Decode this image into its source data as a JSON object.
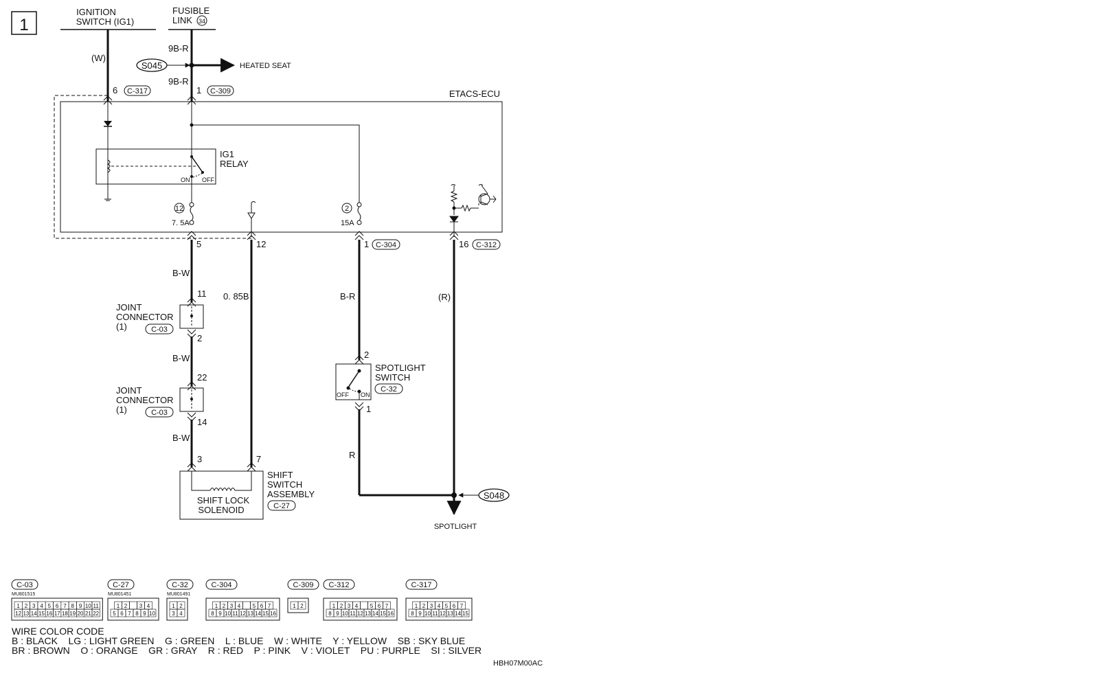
{
  "page_number": "1",
  "sources": {
    "ignition": [
      "IGNITION",
      "SWITCH (IG1)"
    ],
    "fusible": [
      "FUSIBLE",
      "LINK"
    ],
    "fusible_num": "34"
  },
  "ecu_label": "ETACS-ECU",
  "splices": {
    "s045": "S045",
    "s048": "S048"
  },
  "destinations": {
    "heated_seat": "HEATED SEAT",
    "spotlight": "SPOTLIGHT"
  },
  "wires": {
    "w": "(W)",
    "r_paren": "(R)",
    "9br_top": "9B-R",
    "9br_bot": "9B-R",
    "bw_1": "B-W",
    "bw_2": "B-W",
    "bw_3": "B-W",
    "b085": "0. 85B",
    "br": "B-R",
    "r": "R"
  },
  "pins": {
    "p6": "6",
    "p1_top": "1",
    "p5": "5",
    "p12": "12",
    "p1_mid": "1",
    "p16": "16",
    "p11": "11",
    "p2_jc": "2",
    "p22": "22",
    "p14": "14",
    "p3": "3",
    "p7": "7",
    "p2_sw": "2",
    "p1_sw": "1"
  },
  "connectors": {
    "c317": "C-317",
    "c309": "C-309",
    "c304": "C-304",
    "c312": "C-312",
    "c03a": "C-03",
    "c03b": "C-03",
    "c32": "C-32",
    "c27": "C-27"
  },
  "relay": {
    "name": [
      "IG1",
      "RELAY"
    ],
    "on": "ON",
    "off": "OFF"
  },
  "fuses": {
    "f12_num": "12",
    "f12_amp": "7. 5A",
    "f2_num": "2",
    "f2_amp": "15A"
  },
  "components": {
    "joint1": [
      "JOINT",
      "CONNECTOR",
      "(1)"
    ],
    "joint2": [
      "JOINT",
      "CONNECTOR",
      "(1)"
    ],
    "spotlight_switch": [
      "SPOTLIGHT",
      "SWITCH"
    ],
    "sw_off": "OFF",
    "sw_on": "ON",
    "shift_lock": [
      "SHIFT LOCK",
      "SOLENOID"
    ],
    "shift_assy": [
      "SHIFT",
      "SWITCH",
      "ASSEMBLY"
    ]
  },
  "legend_connectors": [
    {
      "label": "C-03",
      "part": "MU801515",
      "pins": [
        [
          "1",
          "2",
          "3",
          "4",
          "5",
          "6",
          "7",
          "8",
          "9",
          "10",
          "11"
        ],
        [
          "12",
          "13",
          "14",
          "15",
          "16",
          "17",
          "18",
          "19",
          "20",
          "21",
          "22"
        ]
      ]
    },
    {
      "label": "C-27",
      "part": "MU801451",
      "pins": [
        [
          "1",
          "2",
          "",
          "3",
          "4"
        ],
        [
          "5",
          "6",
          "7",
          "8",
          "9",
          "10"
        ]
      ]
    },
    {
      "label": "C-32",
      "part": "MU801491",
      "pins": [
        [
          "1",
          "2"
        ],
        [
          "3",
          "4"
        ]
      ]
    },
    {
      "label": "C-304",
      "part": "",
      "pins": [
        [
          "1",
          "2",
          "3",
          "4",
          "",
          "5",
          "6",
          "7"
        ],
        [
          "8",
          "9",
          "10",
          "11",
          "12",
          "13",
          "14",
          "15",
          "16"
        ]
      ]
    },
    {
      "label": "C-309",
      "part": "",
      "pins": [
        [
          "1",
          "2"
        ]
      ]
    },
    {
      "label": "C-312",
      "part": "",
      "pins": [
        [
          "1",
          "2",
          "3",
          "4",
          "",
          "5",
          "6",
          "7"
        ],
        [
          "8",
          "9",
          "10",
          "11",
          "12",
          "13",
          "14",
          "15",
          "16"
        ]
      ]
    },
    {
      "label": "C-317",
      "part": "",
      "pins": [
        [
          "1",
          "2",
          "3",
          "4",
          "5",
          "6",
          "7"
        ],
        [
          "8",
          "9",
          "10",
          "11",
          "12",
          "13",
          "14",
          "15"
        ]
      ]
    }
  ],
  "wire_color_code": {
    "title": "WIRE COLOR CODE",
    "row1": "B : BLACK    LG : LIGHT GREEN    G : GREEN    L : BLUE    W : WHITE    Y : YELLOW    SB : SKY BLUE",
    "row2": "BR : BROWN    O : ORANGE    GR : GRAY    R : RED    P : PINK    V : VIOLET    PU : PURPLE    SI : SILVER"
  },
  "drawing_code": "HBH07M00AC"
}
